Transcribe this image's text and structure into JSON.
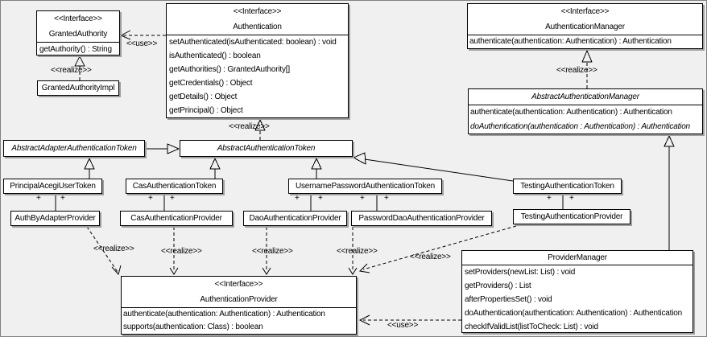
{
  "stereotypes": {
    "interface": "<<Interface>>",
    "realize": "<<realize>>",
    "use": "<<use>>",
    "plus": "+"
  },
  "classes": {
    "granted_authority": {
      "name": "GrantedAuthority",
      "methods": [
        "getAuthority() : String"
      ]
    },
    "granted_authority_impl": {
      "name": "GrantedAuthorityImpl"
    },
    "authentication": {
      "name": "Authentication",
      "methods": [
        "setAuthenticated(isAuthenticated: boolean) : void",
        "isAuthenticated() : boolean",
        "getAuthorities() : GrantedAuthority[]",
        "getCredentials() : Object",
        "getDetails() : Object",
        "getPrincipal() : Object"
      ]
    },
    "authentication_manager": {
      "name": "AuthenticationManager",
      "methods": [
        "authenticate(authentication: Authentication) : Authentication"
      ]
    },
    "abstract_authentication_manager": {
      "name": "AbstractAuthenticationManager",
      "methods": [
        "authenticate(authentication: Authentication) : Authentication",
        "doAuthentication(authentication : Authentication) : Authentication"
      ]
    },
    "abstract_adapter_authentication_token": {
      "name": "AbstractAdapterAuthenticationToken"
    },
    "abstract_authentication_token": {
      "name": "AbstractAuthenticationToken"
    },
    "principal_acegi_user_token": {
      "name": "PrincipalAcegiUserToken"
    },
    "cas_authentication_token": {
      "name": "CasAuthenticationToken"
    },
    "username_password_authentication_token": {
      "name": "UsernamePasswordAuthenticationToken"
    },
    "testing_authentication_token": {
      "name": "TestingAuthenticationToken"
    },
    "auth_by_adapter_provider": {
      "name": "AuthByAdapterProvider"
    },
    "cas_authentication_provider": {
      "name": "CasAuthenticationProvider"
    },
    "dao_authentication_provider": {
      "name": "DaoAuthenticationProvider"
    },
    "password_dao_authentication_provider": {
      "name": "PasswordDaoAuthenticationProvider"
    },
    "testing_authentication_provider": {
      "name": "TestingAuthenticationProvider"
    },
    "authentication_provider": {
      "name": "AuthenticationProvider",
      "methods": [
        "authenticate(authentication: Authentication) : Authentication",
        "supports(authentication: Class) : boolean"
      ]
    },
    "provider_manager": {
      "name": "ProviderManager",
      "methods": [
        "setProviders(newList: List) : void",
        "getProviders() : List",
        "afterPropertiesSet() : void",
        "doAuthentication(authentication: Authentication) : Authentication",
        "checkIfValidList(listToCheck: List) : void"
      ]
    }
  },
  "colors": {
    "background": "#f0f0f0",
    "box_fill": "#ffffff",
    "line": "#000000",
    "shadow": "#9e9e9e"
  }
}
